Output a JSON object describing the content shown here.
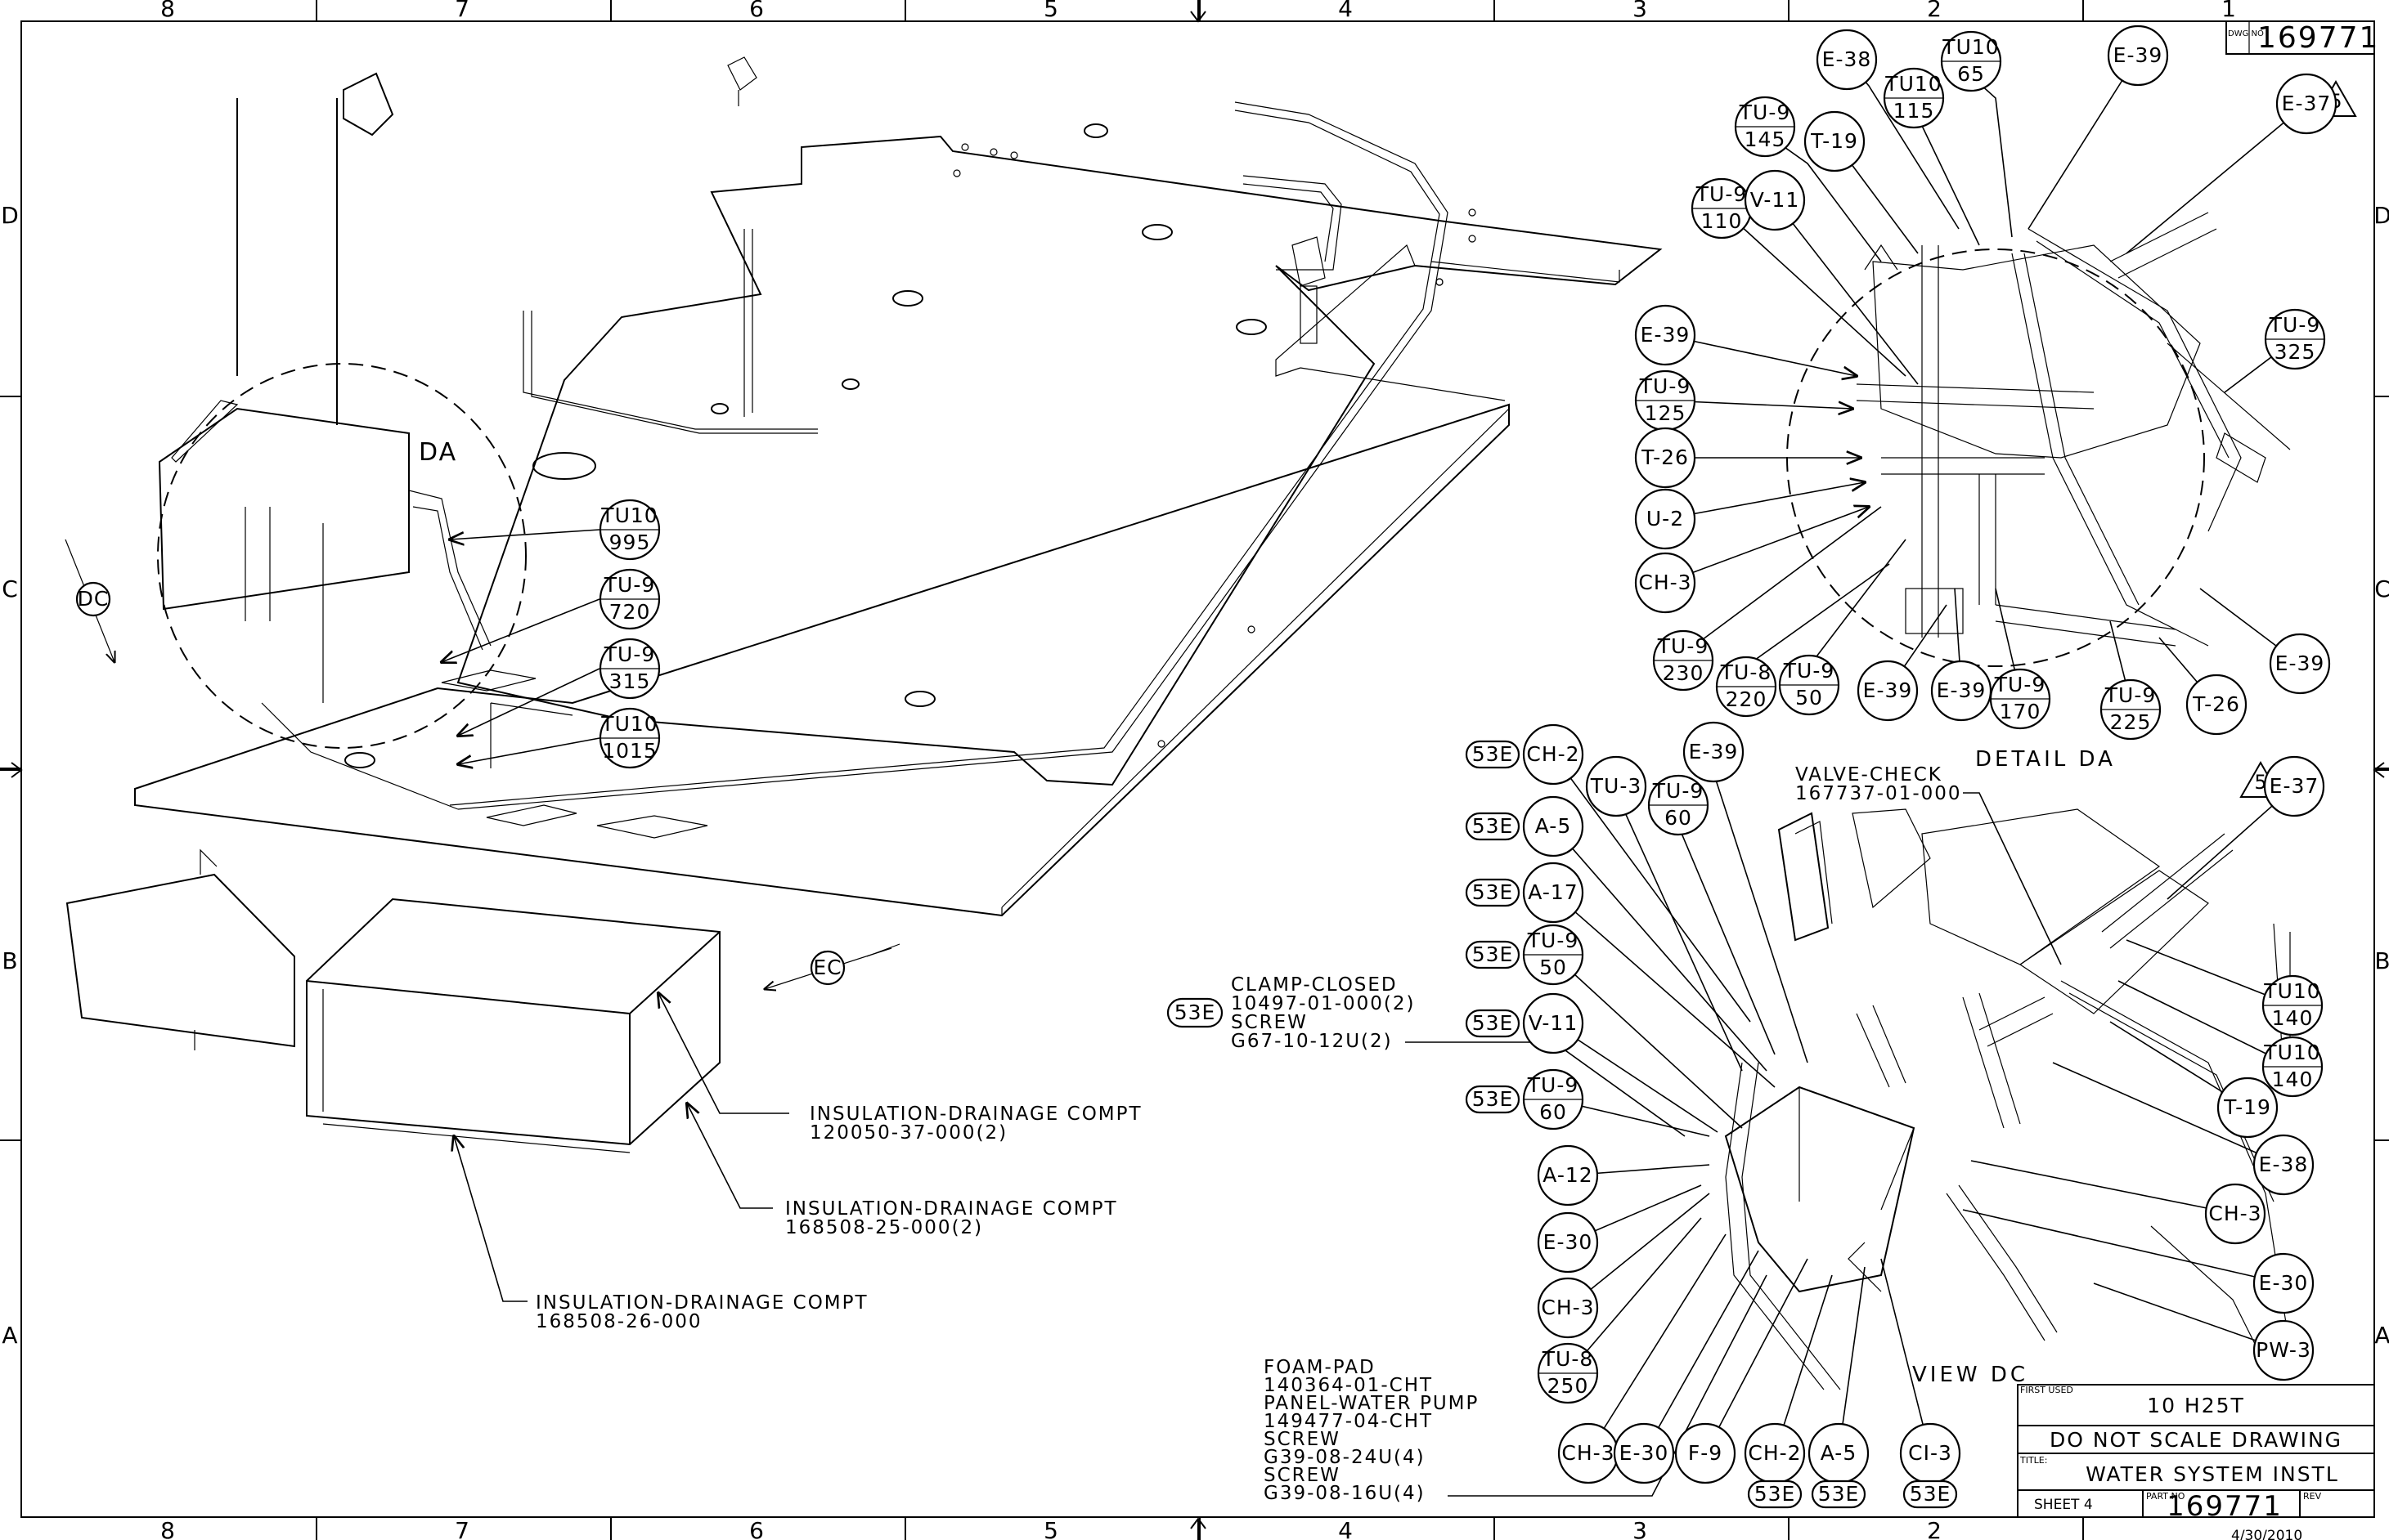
{
  "drawing": {
    "dwg_no_label": "DWG NO",
    "dwg_no": "169771",
    "rev_flag": "5"
  },
  "zones": {
    "columns": [
      "8",
      "7",
      "6",
      "5",
      "4",
      "3",
      "2",
      "1"
    ],
    "rows": [
      "D",
      "C",
      "B",
      "A"
    ]
  },
  "views": {
    "detail_da_title": "DETAIL DA",
    "detail_marker": "DA",
    "view_dc_title": "VIEW DC",
    "view_marker_dc": "DC",
    "view_marker_ec": "EC"
  },
  "notes": {
    "insulation_1": [
      "INSULATION-DRAINAGE COMPT",
      "120050-37-000(2)"
    ],
    "insulation_2": [
      "INSULATION-DRAINAGE COMPT",
      "168508-25-000(2)"
    ],
    "insulation_3": [
      "INSULATION-DRAINAGE COMPT",
      "168508-26-000"
    ],
    "clamp": [
      "CLAMP-CLOSED",
      "10497-01-000(2)",
      "SCREW",
      "G67-10-12U(2)"
    ],
    "clamp_tag": "53E",
    "valve_check": [
      "VALVE-CHECK",
      "167737-01-000"
    ],
    "foam_pad": [
      "FOAM-PAD",
      "140364-01-CHT",
      "PANEL-WATER PUMP",
      "149477-04-CHT",
      "SCREW",
      "G39-08-24U(4)",
      "SCREW",
      "G39-08-16U(4)"
    ]
  },
  "balloons_main": [
    {
      "l1": "TU10",
      "l2": "995"
    },
    {
      "l1": "TU-9",
      "l2": "720"
    },
    {
      "l1": "TU-9",
      "l2": "315"
    },
    {
      "l1": "TU10",
      "l2": "1015"
    }
  ],
  "balloons_detail": [
    {
      "l1": "E-38"
    },
    {
      "l1": "TU10",
      "l2": "115"
    },
    {
      "l1": "TU10",
      "l2": "65"
    },
    {
      "l1": "E-39"
    },
    {
      "l1": "E-37"
    },
    {
      "l1": "TU-9",
      "l2": "145"
    },
    {
      "l1": "T-19"
    },
    {
      "l1": "TU-9",
      "l2": "110"
    },
    {
      "l1": "V-11"
    },
    {
      "l1": "E-39"
    },
    {
      "l1": "TU-9",
      "l2": "125"
    },
    {
      "l1": "T-26"
    },
    {
      "l1": "U-2"
    },
    {
      "l1": "CH-3"
    },
    {
      "l1": "TU-9",
      "l2": "230"
    },
    {
      "l1": "TU-8",
      "l2": "220"
    },
    {
      "l1": "TU-9",
      "l2": "50"
    },
    {
      "l1": "E-39"
    },
    {
      "l1": "E-39"
    },
    {
      "l1": "TU-9",
      "l2": "170"
    },
    {
      "l1": "TU-9",
      "l2": "225"
    },
    {
      "l1": "T-26"
    },
    {
      "l1": "E-39"
    },
    {
      "l1": "TU-9",
      "l2": "325"
    }
  ],
  "balloons_view": [
    {
      "l1": "CH-2",
      "tag": "53E"
    },
    {
      "l1": "A-5",
      "tag": "53E"
    },
    {
      "l1": "A-17",
      "tag": "53E"
    },
    {
      "l1": "TU-9",
      "l2": "50",
      "tag": "53E"
    },
    {
      "l1": "V-11",
      "tag": "53E"
    },
    {
      "l1": "TU-9",
      "l2": "60",
      "tag": "53E"
    },
    {
      "l1": "TU-3"
    },
    {
      "l1": "TU-9",
      "l2": "60"
    },
    {
      "l1": "E-39"
    },
    {
      "l1": "A-12"
    },
    {
      "l1": "E-30"
    },
    {
      "l1": "CH-3"
    },
    {
      "l1": "TU-8",
      "l2": "250"
    },
    {
      "l1": "CH-3"
    },
    {
      "l1": "E-30"
    },
    {
      "l1": "F-9"
    },
    {
      "l1": "CH-2",
      "tag": "53E"
    },
    {
      "l1": "A-5",
      "tag": "53E"
    },
    {
      "l1": "CI-3",
      "tag": "53E"
    },
    {
      "l1": "E-37"
    },
    {
      "l1": "TU10",
      "l2": "140"
    },
    {
      "l1": "TU10",
      "l2": "140"
    },
    {
      "l1": "T-19"
    },
    {
      "l1": "E-38"
    },
    {
      "l1": "CH-3"
    },
    {
      "l1": "E-30"
    },
    {
      "l1": "PW-3"
    }
  ],
  "title_block": {
    "first_used_label": "FIRST USED",
    "first_used": "10 H25T",
    "scale_note": "DO NOT SCALE DRAWING",
    "title_label": "TITLE:",
    "title": "WATER SYSTEM INSTL",
    "sheet_label": "SHEET 4",
    "part_no_label": "PART NO",
    "part_no": "169771",
    "rev_label": "REV",
    "date": "4/30/2010"
  }
}
